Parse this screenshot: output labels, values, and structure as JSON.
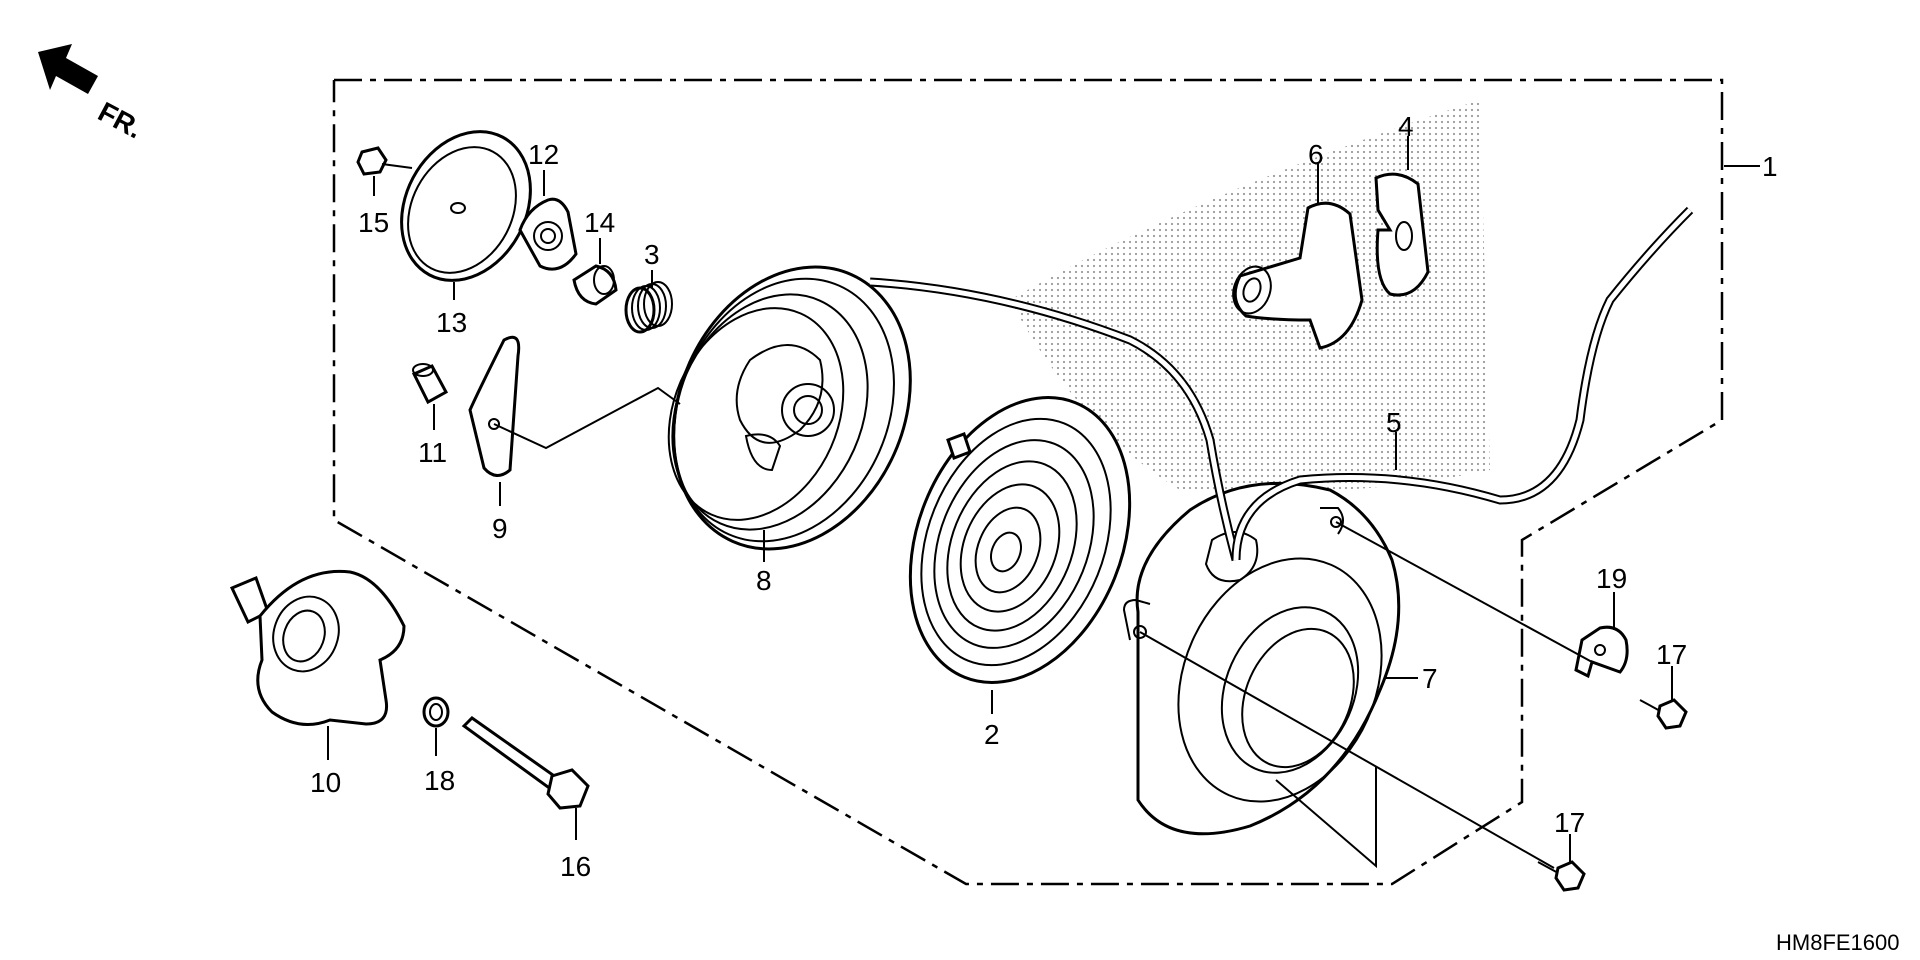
{
  "direction": {
    "label": "FR.",
    "icon": "arrow-fr-icon"
  },
  "diagram_code": "HM8FE1600",
  "colors": {
    "ink": "#000000",
    "stipple": "#bdbdbd",
    "paper": "#ffffff"
  },
  "labels": {
    "p1": "1",
    "p2": "2",
    "p3": "3",
    "p4": "4",
    "p5": "5",
    "p6": "6",
    "p7": "7",
    "p8": "8",
    "p9": "9",
    "p10": "10",
    "p11": "11",
    "p12": "12",
    "p13": "13",
    "p14": "14",
    "p15": "15",
    "p16": "16",
    "p17a": "17",
    "p17b": "17",
    "p18": "18",
    "p19": "19"
  }
}
